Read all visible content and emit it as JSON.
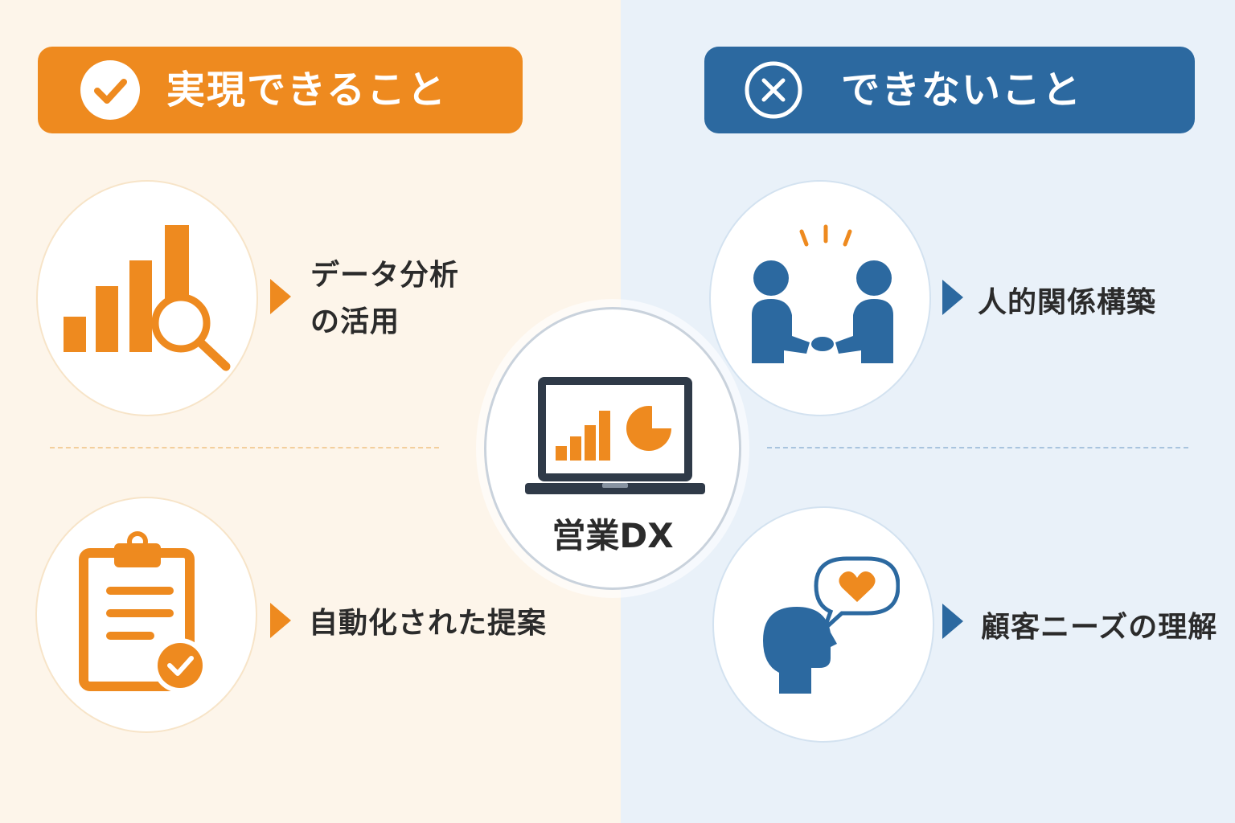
{
  "center": {
    "label": "営業DX",
    "icon": "laptop-chart-icon"
  },
  "can_do": {
    "title": "実現できること",
    "icon": "check-circle-icon",
    "accent": "#ee8a1f",
    "items": [
      {
        "line1": "データ分析",
        "line2": "の活用",
        "icon": "bar-chart-magnifier-icon"
      },
      {
        "line1": "自動化された提案",
        "line2": "",
        "icon": "clipboard-check-icon"
      }
    ]
  },
  "cannot_do": {
    "title": "できないこと",
    "icon": "x-circle-icon",
    "accent": "#2c69a0",
    "items": [
      {
        "line1": "人的関係構築",
        "icon": "handshake-icon"
      },
      {
        "line1": "顧客ニーズの理解",
        "icon": "person-speech-heart-icon"
      }
    ]
  }
}
